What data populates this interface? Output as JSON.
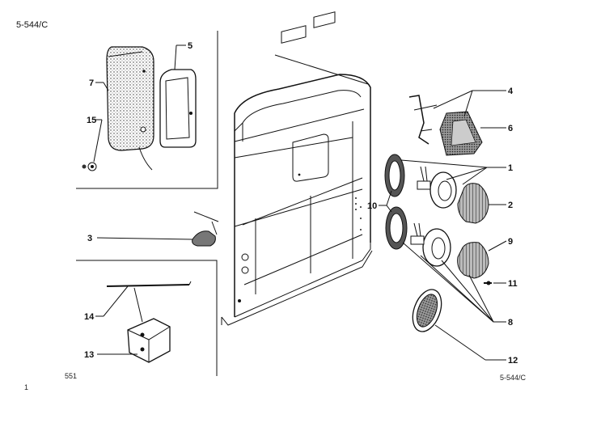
{
  "header": {
    "code": "5-544/C"
  },
  "footer": {
    "ref_left": "551",
    "ref_right": "5-544/C",
    "corner_mark": "1"
  },
  "callouts": {
    "c1": "1",
    "c2": "2",
    "c3": "3",
    "c4": "4",
    "c5": "5",
    "c6": "6",
    "c7": "7",
    "c8": "8",
    "c9": "9",
    "c10": "10",
    "c11": "11",
    "c12": "12",
    "c13": "13",
    "c14": "14",
    "c15": "15"
  }
}
